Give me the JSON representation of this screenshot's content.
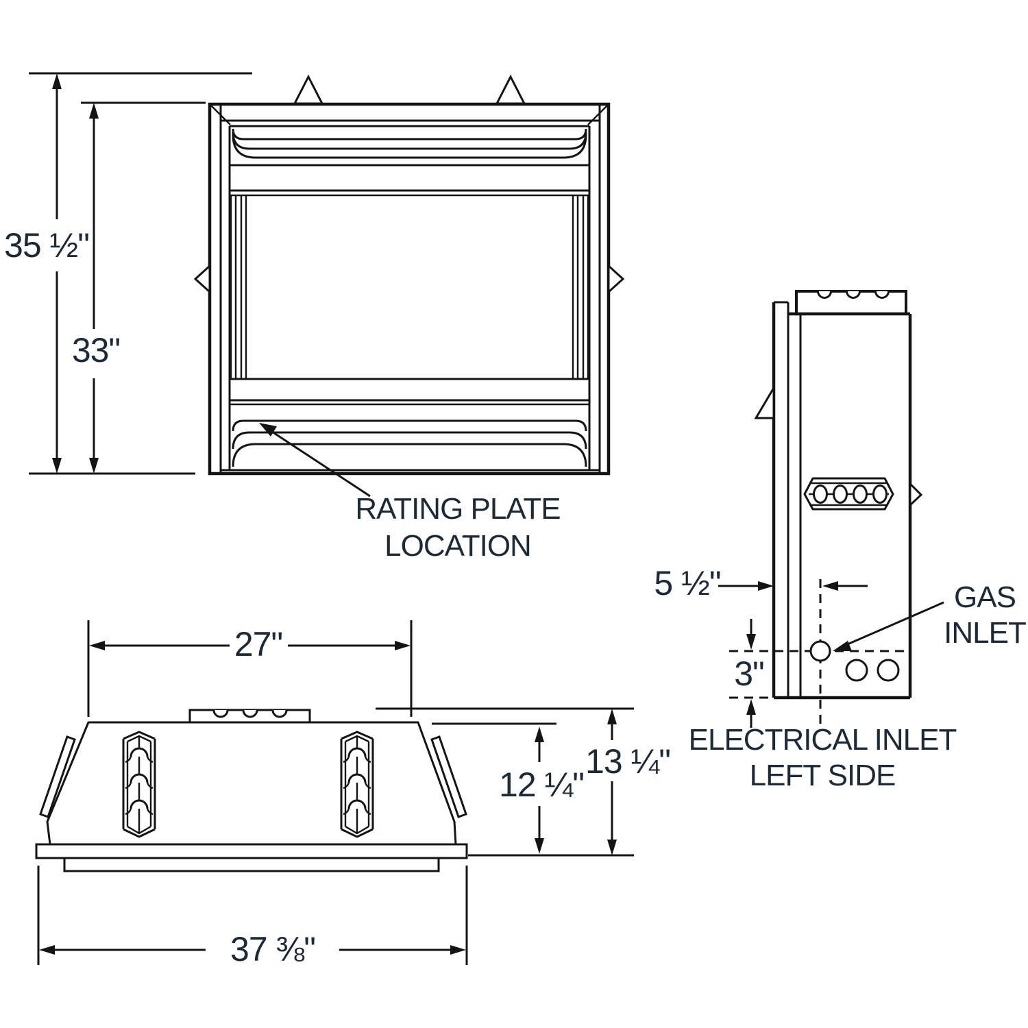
{
  "drawing": {
    "type": "fireplace-installation-dimension-diagram",
    "colors": {
      "line": "#141414",
      "text": "#1d2935",
      "background": "#ffffff"
    },
    "front_view": {
      "dim_overall_height": "35 ½\"",
      "dim_frame_height": "33\"",
      "rating_plate_line1": "RATING PLATE",
      "rating_plate_line2": "LOCATION"
    },
    "top_view": {
      "dim_firebox_width": "27\"",
      "dim_overall_width": "37 ⅜\"",
      "dim_body_depth": "12 ¼\"",
      "dim_overall_depth": "13 ¼\""
    },
    "side_view": {
      "dim_gas_inlet_setback": "5 ½\"",
      "dim_gas_inlet_height": "3\"",
      "gas_inlet_line1": "GAS",
      "gas_inlet_line2": "INLET",
      "electrical_line1": "ELECTRICAL INLET",
      "electrical_line2": "LEFT SIDE"
    }
  }
}
